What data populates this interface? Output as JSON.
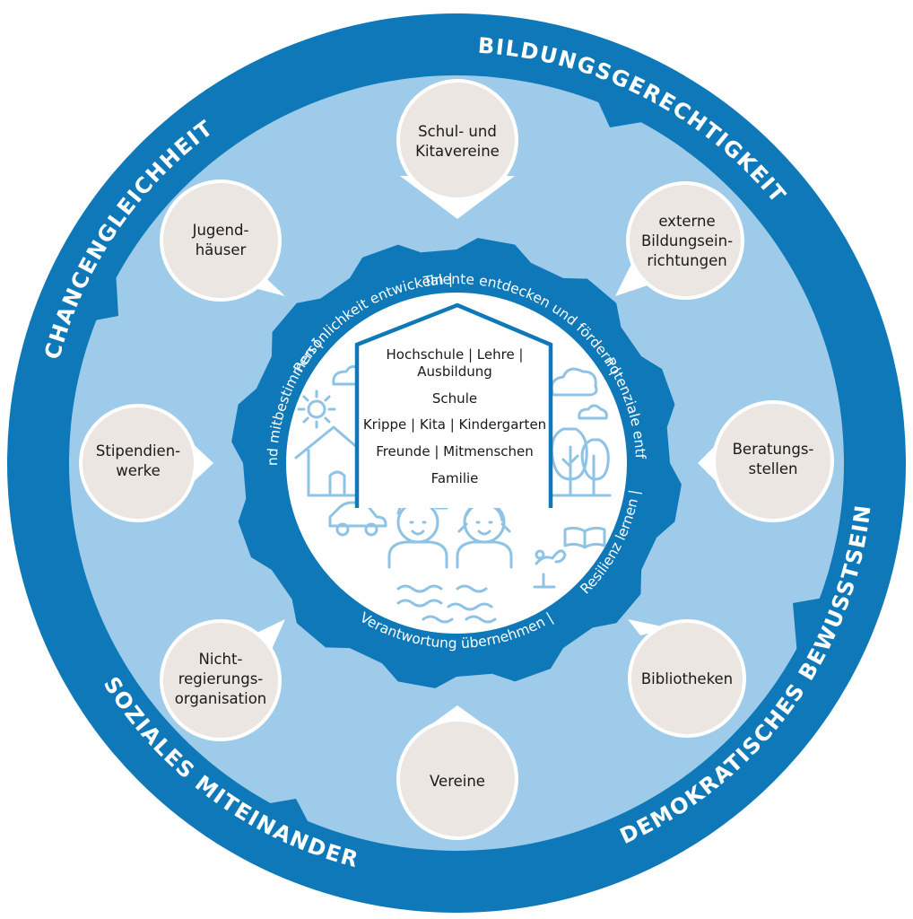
{
  "diagram": {
    "colors": {
      "outer_ring": "#0e78b8",
      "light_fill": "#9dcbe9",
      "inner_gear": "#0e78b8",
      "center": "#ffffff",
      "bubble": "#ebe6e2",
      "icon": "#8ec3e6"
    },
    "outer_ring": {
      "bildungsgerechtigkeit": "BILDUNGSGERECHTIGKEIT",
      "demokratisches_bewusstsein": "DEMOKRATISCHES BEWUSSTSEIN",
      "soziales_miteinander": "SOZIALES MITEINANDER",
      "chancengleichheit": "CHANCENGLEICHHEIT"
    },
    "inner_ring": {
      "talente": "Talente entdecken und fördern |",
      "potenziale": "Potenziale entfalten |",
      "resilienz": "Resilienz lernen |",
      "verantwortung": "Verantwortung übernehmen |",
      "mitbestimmen": "selbst- und mitbestimmen |",
      "persoenlichkeit": "Persönlichkeit entwickeln |"
    },
    "nodes": {
      "schul_kitavereine": {
        "line1": "Schul- und",
        "line2": "Kitavereine"
      },
      "externe_bildung": {
        "line1": "externe",
        "line2": "Bildungsein-",
        "line3": "richtungen"
      },
      "beratungsstellen": {
        "line1": "Beratungs-",
        "line2": "stellen"
      },
      "bibliotheken": {
        "line1": "Bibliotheken"
      },
      "vereine": {
        "line1": "Vereine"
      },
      "ngo": {
        "line1": "Nicht-",
        "line2": "regierungs-",
        "line3": "organisation"
      },
      "stipendienwerke": {
        "line1": "Stipendien-",
        "line2": "werke"
      },
      "jugendhaeuser": {
        "line1": "Jugend-",
        "line2": "häuser"
      }
    },
    "house_levels": {
      "level1_a": "Hochschule | Lehre |",
      "level1_b": "Ausbildung",
      "level2": "Schule",
      "level3": "Krippe | Kita | Kindergarten",
      "level4": "Freunde | Mitmenschen",
      "level5": "Familie"
    }
  }
}
